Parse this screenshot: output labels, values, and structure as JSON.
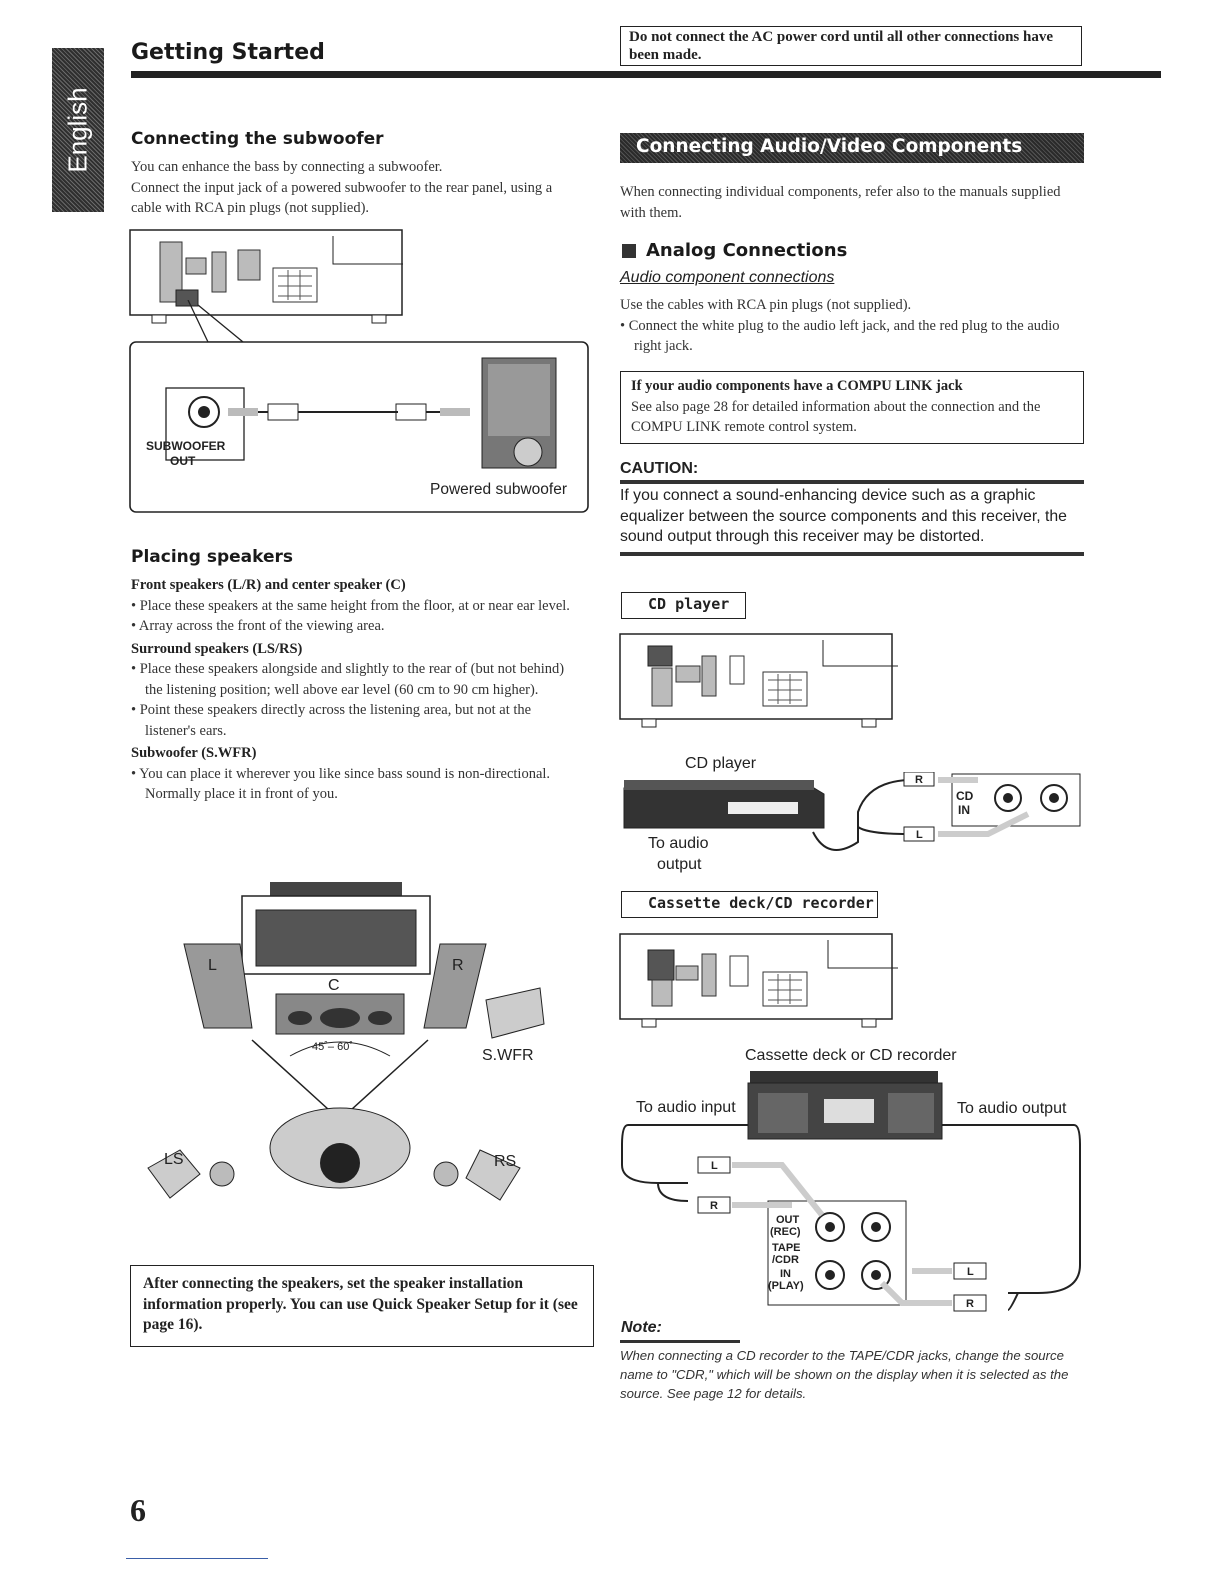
{
  "header": {
    "language_tab": "English",
    "section_title": "Getting Started",
    "warning": "Do not connect the AC power cord until all other connections have been made."
  },
  "subwoofer": {
    "heading": "Connecting the subwoofer",
    "text1": "You can enhance the bass by connecting a subwoofer.",
    "text2": "Connect the input jack of a powered subwoofer to the rear panel, using a cable with RCA pin plugs (not supplied).",
    "jack_label_1": "SUBWOOFER",
    "jack_label_2": "OUT",
    "device_label": "Powered subwoofer"
  },
  "placing": {
    "heading": "Placing speakers",
    "front_heading": "Front speakers (L/R) and center speaker (C)",
    "front_bullets": [
      "Place these speakers at the same height from the floor, at or near ear level.",
      "Array across the front of the viewing area."
    ],
    "surround_heading": "Surround speakers (LS/RS)",
    "surround_bullets": [
      "Place these speakers alongside and slightly to the rear of (but not behind) the listening position; well above ear level (60 cm to 90 cm higher).",
      "Point these speakers directly across the listening area, but not at the listener's ears."
    ],
    "subwoofer_heading": "Subwoofer (S.WFR)",
    "subwoofer_bullets": [
      "You can place it wherever you like since bass sound is non-directional. Normally place it in front of you."
    ],
    "diagram_labels": {
      "left": "L",
      "right": "R",
      "center": "C",
      "angle": "45˚– 60˚",
      "swfr": "S.WFR",
      "ls": "LS",
      "rs": "RS"
    },
    "note_box": "After connecting the speakers, set the speaker installation information properly. You can use Quick Speaker Setup for it (see page 16)."
  },
  "av": {
    "band_title": "Connecting Audio/Video Components",
    "intro": "When connecting individual components, refer also to the manuals supplied with them.",
    "analog_heading": "Analog Connections",
    "audio_sub": "Audio component connections",
    "audio_text": "Use the cables with RCA pin plugs (not supplied).",
    "audio_bullet": "Connect the white plug to the audio left jack, and the red plug to the audio right jack.",
    "compu_title": "If your audio components have a COMPU LINK jack",
    "compu_text": "See also page 28 for detailed information about the connection and the COMPU LINK remote control system.",
    "caution_heading": "CAUTION:",
    "caution_text": "If you connect a sound-enhancing device such as a graphic equalizer between the source components and this receiver, the sound output through this receiver may be distorted.",
    "cd_box": "CD player",
    "cd_device": "CD player",
    "cd_to_audio_1": "To audio",
    "cd_to_audio_2": "output",
    "cd_jack_1": "CD",
    "cd_jack_2": "IN",
    "plug_r": "R",
    "plug_l": "L",
    "cass_box": "Cassette deck/CD recorder",
    "cass_device": "Cassette deck or CD recorder",
    "to_audio_input": "To audio input",
    "to_audio_output": "To audio output",
    "tape_labels": [
      "OUT",
      "(REC)",
      "TAPE",
      "/CDR",
      "IN",
      "(PLAY)"
    ],
    "note_heading": "Note:",
    "note_text": "When connecting a CD recorder to the TAPE/CDR jacks, change the source name to \"CDR,\" which will be shown on the display when it is selected as the source. See page 12 for details."
  },
  "page_number": "6"
}
